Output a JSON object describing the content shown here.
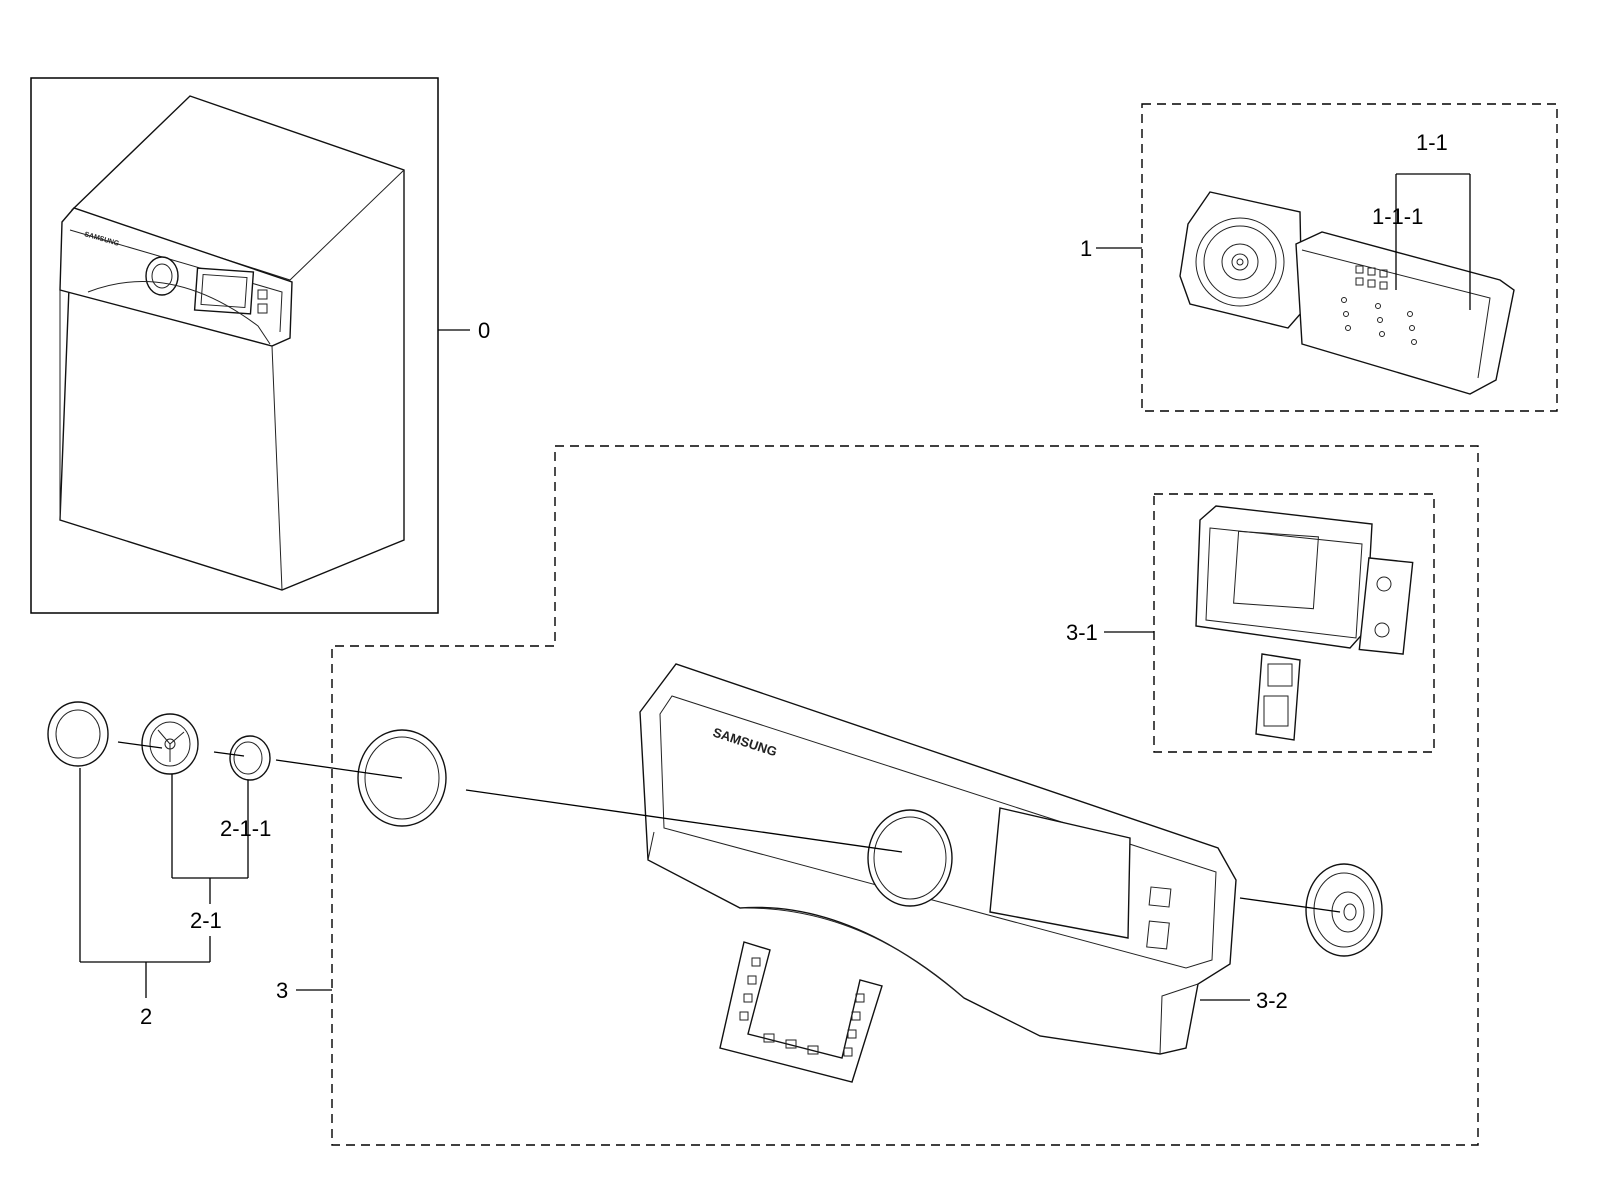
{
  "callouts": {
    "c0": "0",
    "c1": "1",
    "c1_1": "1-1",
    "c1_1_1": "1-1-1",
    "c2": "2",
    "c2_1": "2-1",
    "c2_1_1": "2-1-1",
    "c3": "3",
    "c3_1": "3-1",
    "c3_2": "3-2"
  },
  "brand": {
    "panel_logo": "SAMSUNG",
    "washer_logo": "SAMSUNG"
  },
  "icons": [
    "washer-illustration",
    "pcb-assembly",
    "knob-assembly",
    "control-panel",
    "display-board",
    "encoder-knob",
    "key-pad"
  ]
}
